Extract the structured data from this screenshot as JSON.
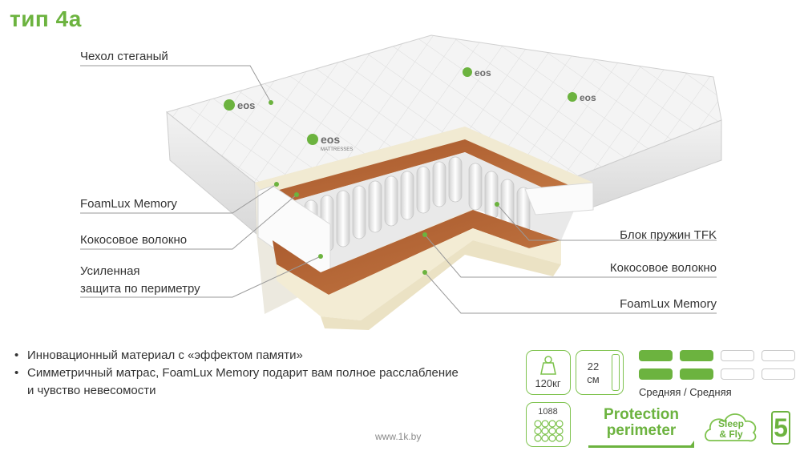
{
  "title": "тип 4а",
  "labels_left": {
    "cover": "Чехол стеганый",
    "foam_top": "FoamLux Memory",
    "coconut_top": "Кокосовое волокно",
    "perimeter_line1": "Усиленная",
    "perimeter_line2": "защита по периметру"
  },
  "labels_right": {
    "springs": "Блок пружин TFK",
    "coconut_bottom": "Кокосовое волокно",
    "foam_bottom": "FoamLux Memory"
  },
  "brand": {
    "logo_text": "eos",
    "logo_sub": "MATTRESSES",
    "brand_color": "#6cb33f"
  },
  "bullets": [
    "Инновационный материал с «эффектом памяти»",
    "Симметричный матрас, FoamLux Memory подарит вам полное расслабление и чувство невесомости"
  ],
  "specs": {
    "max_weight": "120кг",
    "height_value": "22",
    "height_unit": "см",
    "firmness_label": "Средняя / Средняя",
    "firmness_top_level": 2,
    "firmness_bottom_level": 2,
    "firmness_max": 4,
    "springs_count": "1088",
    "protection_line1": "Protection",
    "protection_line2": "perimeter",
    "sleep_line1": "Sleep",
    "sleep_line2": "& Fly",
    "warranty_years": "5"
  },
  "watermark": "www.1k.by",
  "icons": [
    "weight-icon",
    "height-icon",
    "firmness-scale-icon",
    "springs-icon",
    "protection-perimeter-icon",
    "sleep-fly-icon",
    "warranty-icon"
  ]
}
